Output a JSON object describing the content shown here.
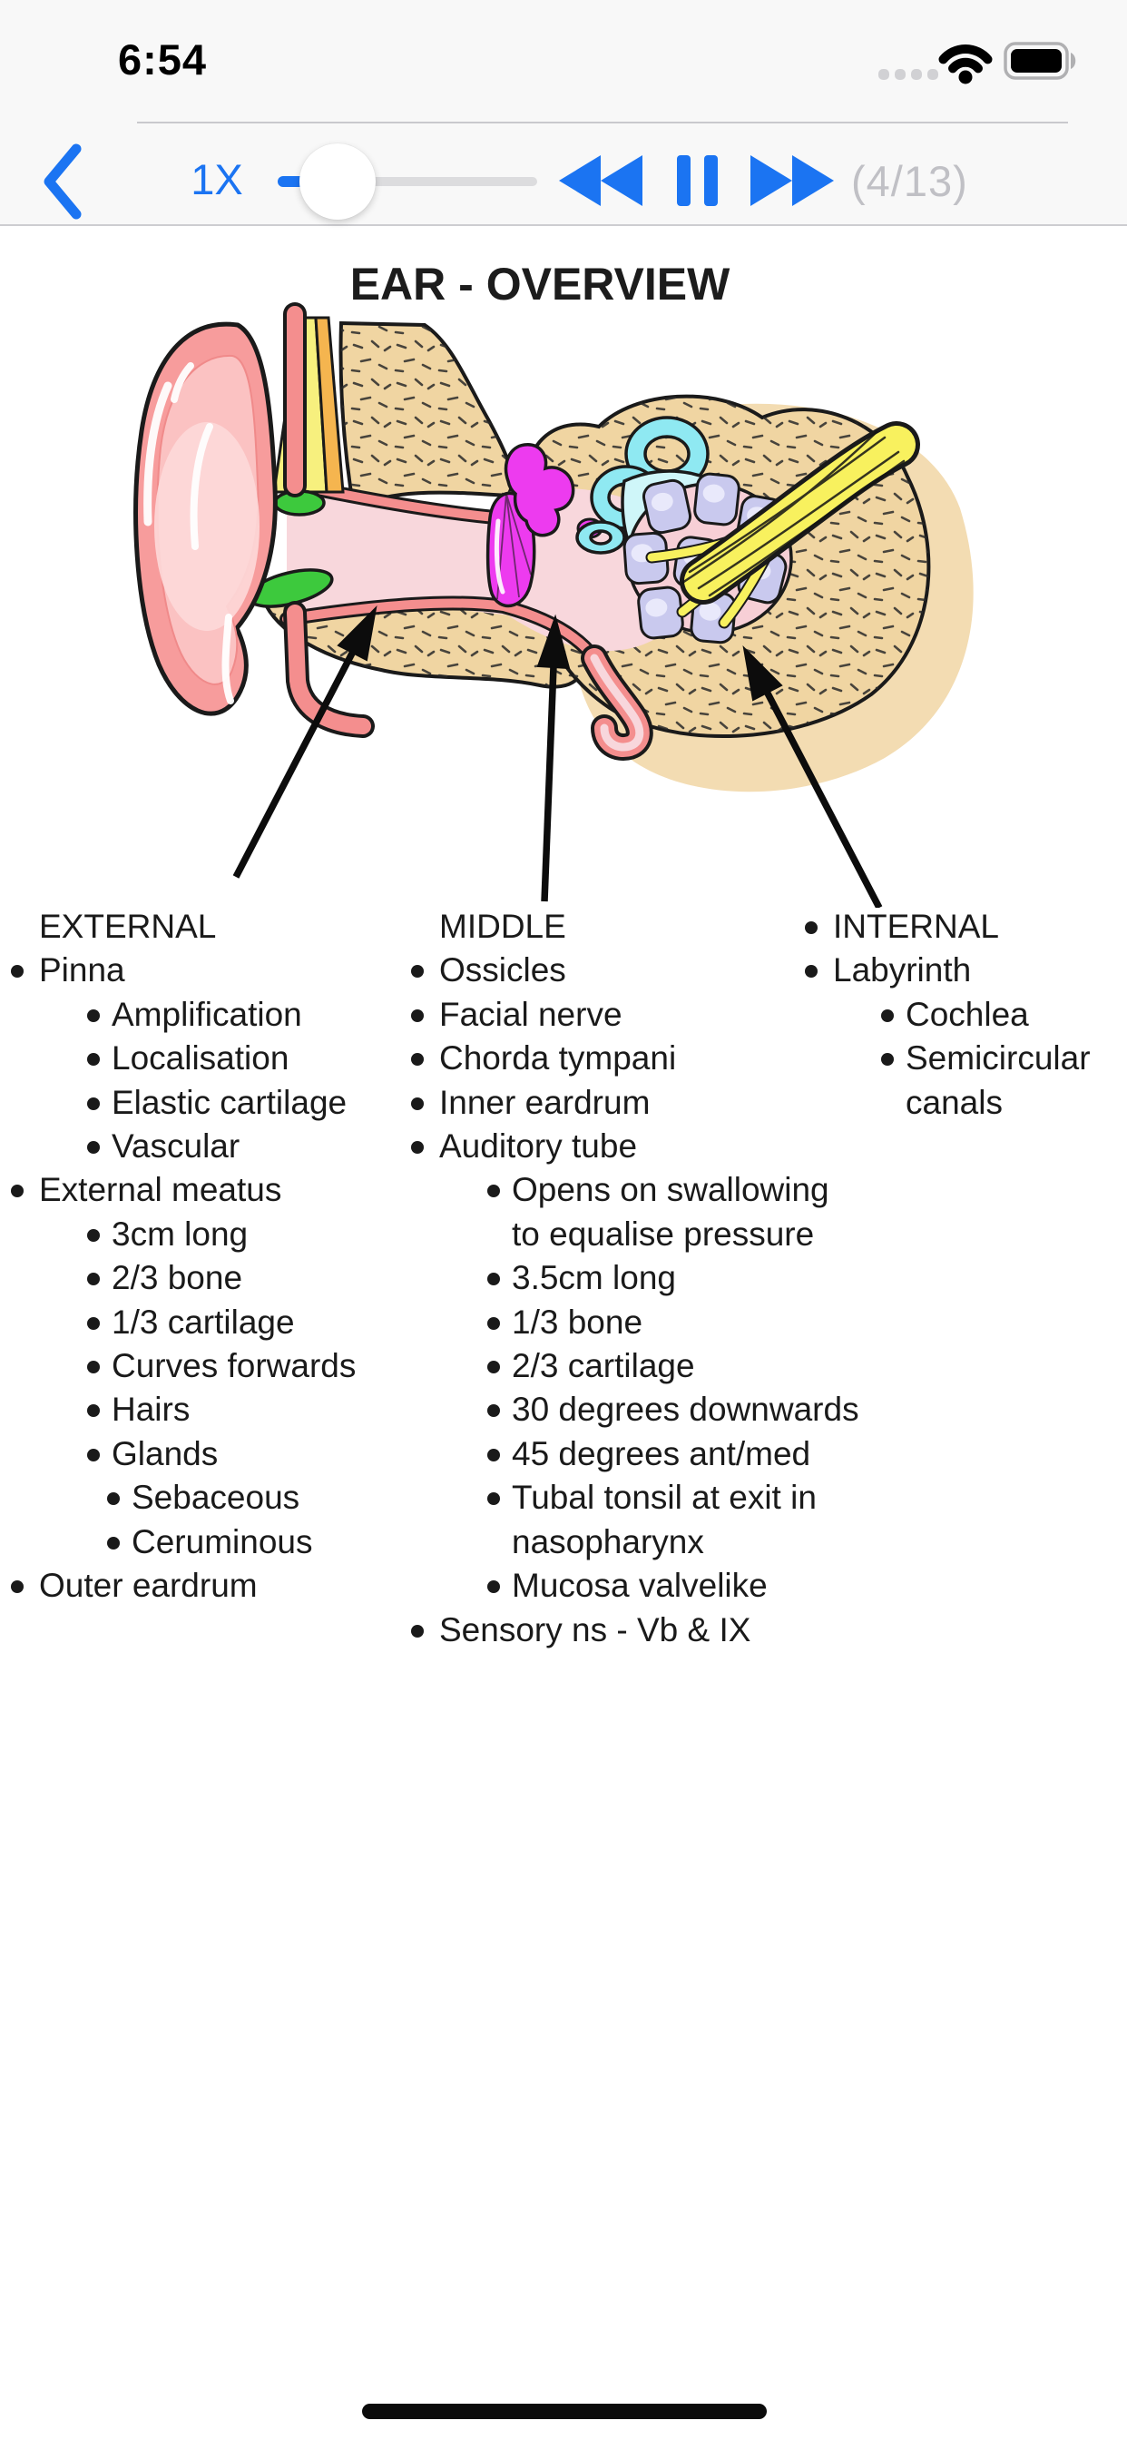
{
  "status_bar": {
    "time": "6:54"
  },
  "toolbar": {
    "back_icon": "chevron-left",
    "speed_label": "1X",
    "rewind_icon": "rewind",
    "pause_icon": "pause",
    "fast_forward_icon": "fast-forward",
    "page_indicator": "(4/13)"
  },
  "slide": {
    "title": "EAR - OVERVIEW",
    "columns": [
      {
        "name": "external",
        "rows": [
          {
            "level": 0,
            "text": "EXTERNAL",
            "bullet": false
          },
          {
            "level": 1,
            "text": "Pinna",
            "bullet": true
          },
          {
            "level": 2,
            "text": "Amplification",
            "bullet": true
          },
          {
            "level": 2,
            "text": "Localisation",
            "bullet": true
          },
          {
            "level": 2,
            "text": "Elastic cartilage",
            "bullet": true
          },
          {
            "level": 2,
            "text": "Vascular",
            "bullet": true
          },
          {
            "level": 1,
            "text": "External meatus",
            "bullet": true
          },
          {
            "level": 2,
            "text": "3cm long",
            "bullet": true
          },
          {
            "level": 2,
            "text": "2/3 bone",
            "bullet": true
          },
          {
            "level": 2,
            "text": "1/3 cartilage",
            "bullet": true
          },
          {
            "level": 2,
            "text": "Curves forwards",
            "bullet": true
          },
          {
            "level": 2,
            "text": "Hairs",
            "bullet": true
          },
          {
            "level": 2,
            "text": "Glands",
            "bullet": true
          },
          {
            "level": 3,
            "text": "Sebaceous",
            "bullet": true
          },
          {
            "level": 3,
            "text": "Ceruminous",
            "bullet": true
          },
          {
            "level": 1,
            "text": "Outer eardrum",
            "bullet": true
          }
        ]
      },
      {
        "name": "middle",
        "rows": [
          {
            "level": 0,
            "text": "MIDDLE",
            "bullet": false
          },
          {
            "level": 1,
            "text": "Ossicles",
            "bullet": true
          },
          {
            "level": 1,
            "text": "Facial nerve",
            "bullet": true
          },
          {
            "level": 1,
            "text": "Chorda tympani",
            "bullet": true
          },
          {
            "level": 1,
            "text": "Inner eardrum",
            "bullet": true
          },
          {
            "level": 1,
            "text": "Auditory tube",
            "bullet": true
          },
          {
            "level": 2,
            "text": "Opens on swallowing",
            "bullet": true
          },
          {
            "level": 2,
            "text": "to equalise pressure",
            "bullet": false
          },
          {
            "level": 2,
            "text": "3.5cm long",
            "bullet": true
          },
          {
            "level": 2,
            "text": "1/3 bone",
            "bullet": true
          },
          {
            "level": 2,
            "text": "2/3 cartilage",
            "bullet": true
          },
          {
            "level": 2,
            "text": "30 degrees downwards",
            "bullet": true
          },
          {
            "level": 2,
            "text": "45 degrees ant/med",
            "bullet": true
          },
          {
            "level": 2,
            "text": "Tubal tonsil at exit in",
            "bullet": true
          },
          {
            "level": 2,
            "text": "nasopharynx",
            "bullet": false
          },
          {
            "level": 2,
            "text": "Mucosa valvelike",
            "bullet": true
          },
          {
            "level": 1,
            "text": "Sensory ns - Vb & IX",
            "bullet": true
          }
        ]
      },
      {
        "name": "internal",
        "rows": [
          {
            "level": 1,
            "text": "INTERNAL",
            "bullet": true
          },
          {
            "level": 1,
            "text": "Labyrinth",
            "bullet": true
          },
          {
            "level": 2,
            "text": "Cochlea",
            "bullet": true
          },
          {
            "level": 2,
            "text": "Semicircular",
            "bullet": true
          },
          {
            "level": 2,
            "text": "canals",
            "bullet": false
          }
        ]
      }
    ]
  },
  "colors": {
    "accent": "#1b74f2",
    "bar_bg": "#f8f8f8",
    "separator": "#cdcdd1",
    "page_gray": "#c0c0c5",
    "text": "#1a1a1a",
    "pinna_pink": "#f79c9c",
    "pinna_inner": "#fbc2c2",
    "skin_salmon": "#f48e8e",
    "canal_pink": "#f8d7dc",
    "bone_tan": "#f0d5a2",
    "bone_glow": "#f3dcb2",
    "muscle_yellow": "#f7f07e",
    "muscle_orange": "#f5b54f",
    "cartilage_green": "#3dc93d",
    "drum_magenta": "#ed3bef",
    "labyrinth_cyan": "#8fe9f2",
    "vestibule_cyan": "#cff6f9",
    "cochlea_pink": "#f7cfd6",
    "cochlea_lavender": "#c9c9ee",
    "nerve_yellow": "#f8f15e",
    "arrow_black": "#0c0c0c"
  }
}
